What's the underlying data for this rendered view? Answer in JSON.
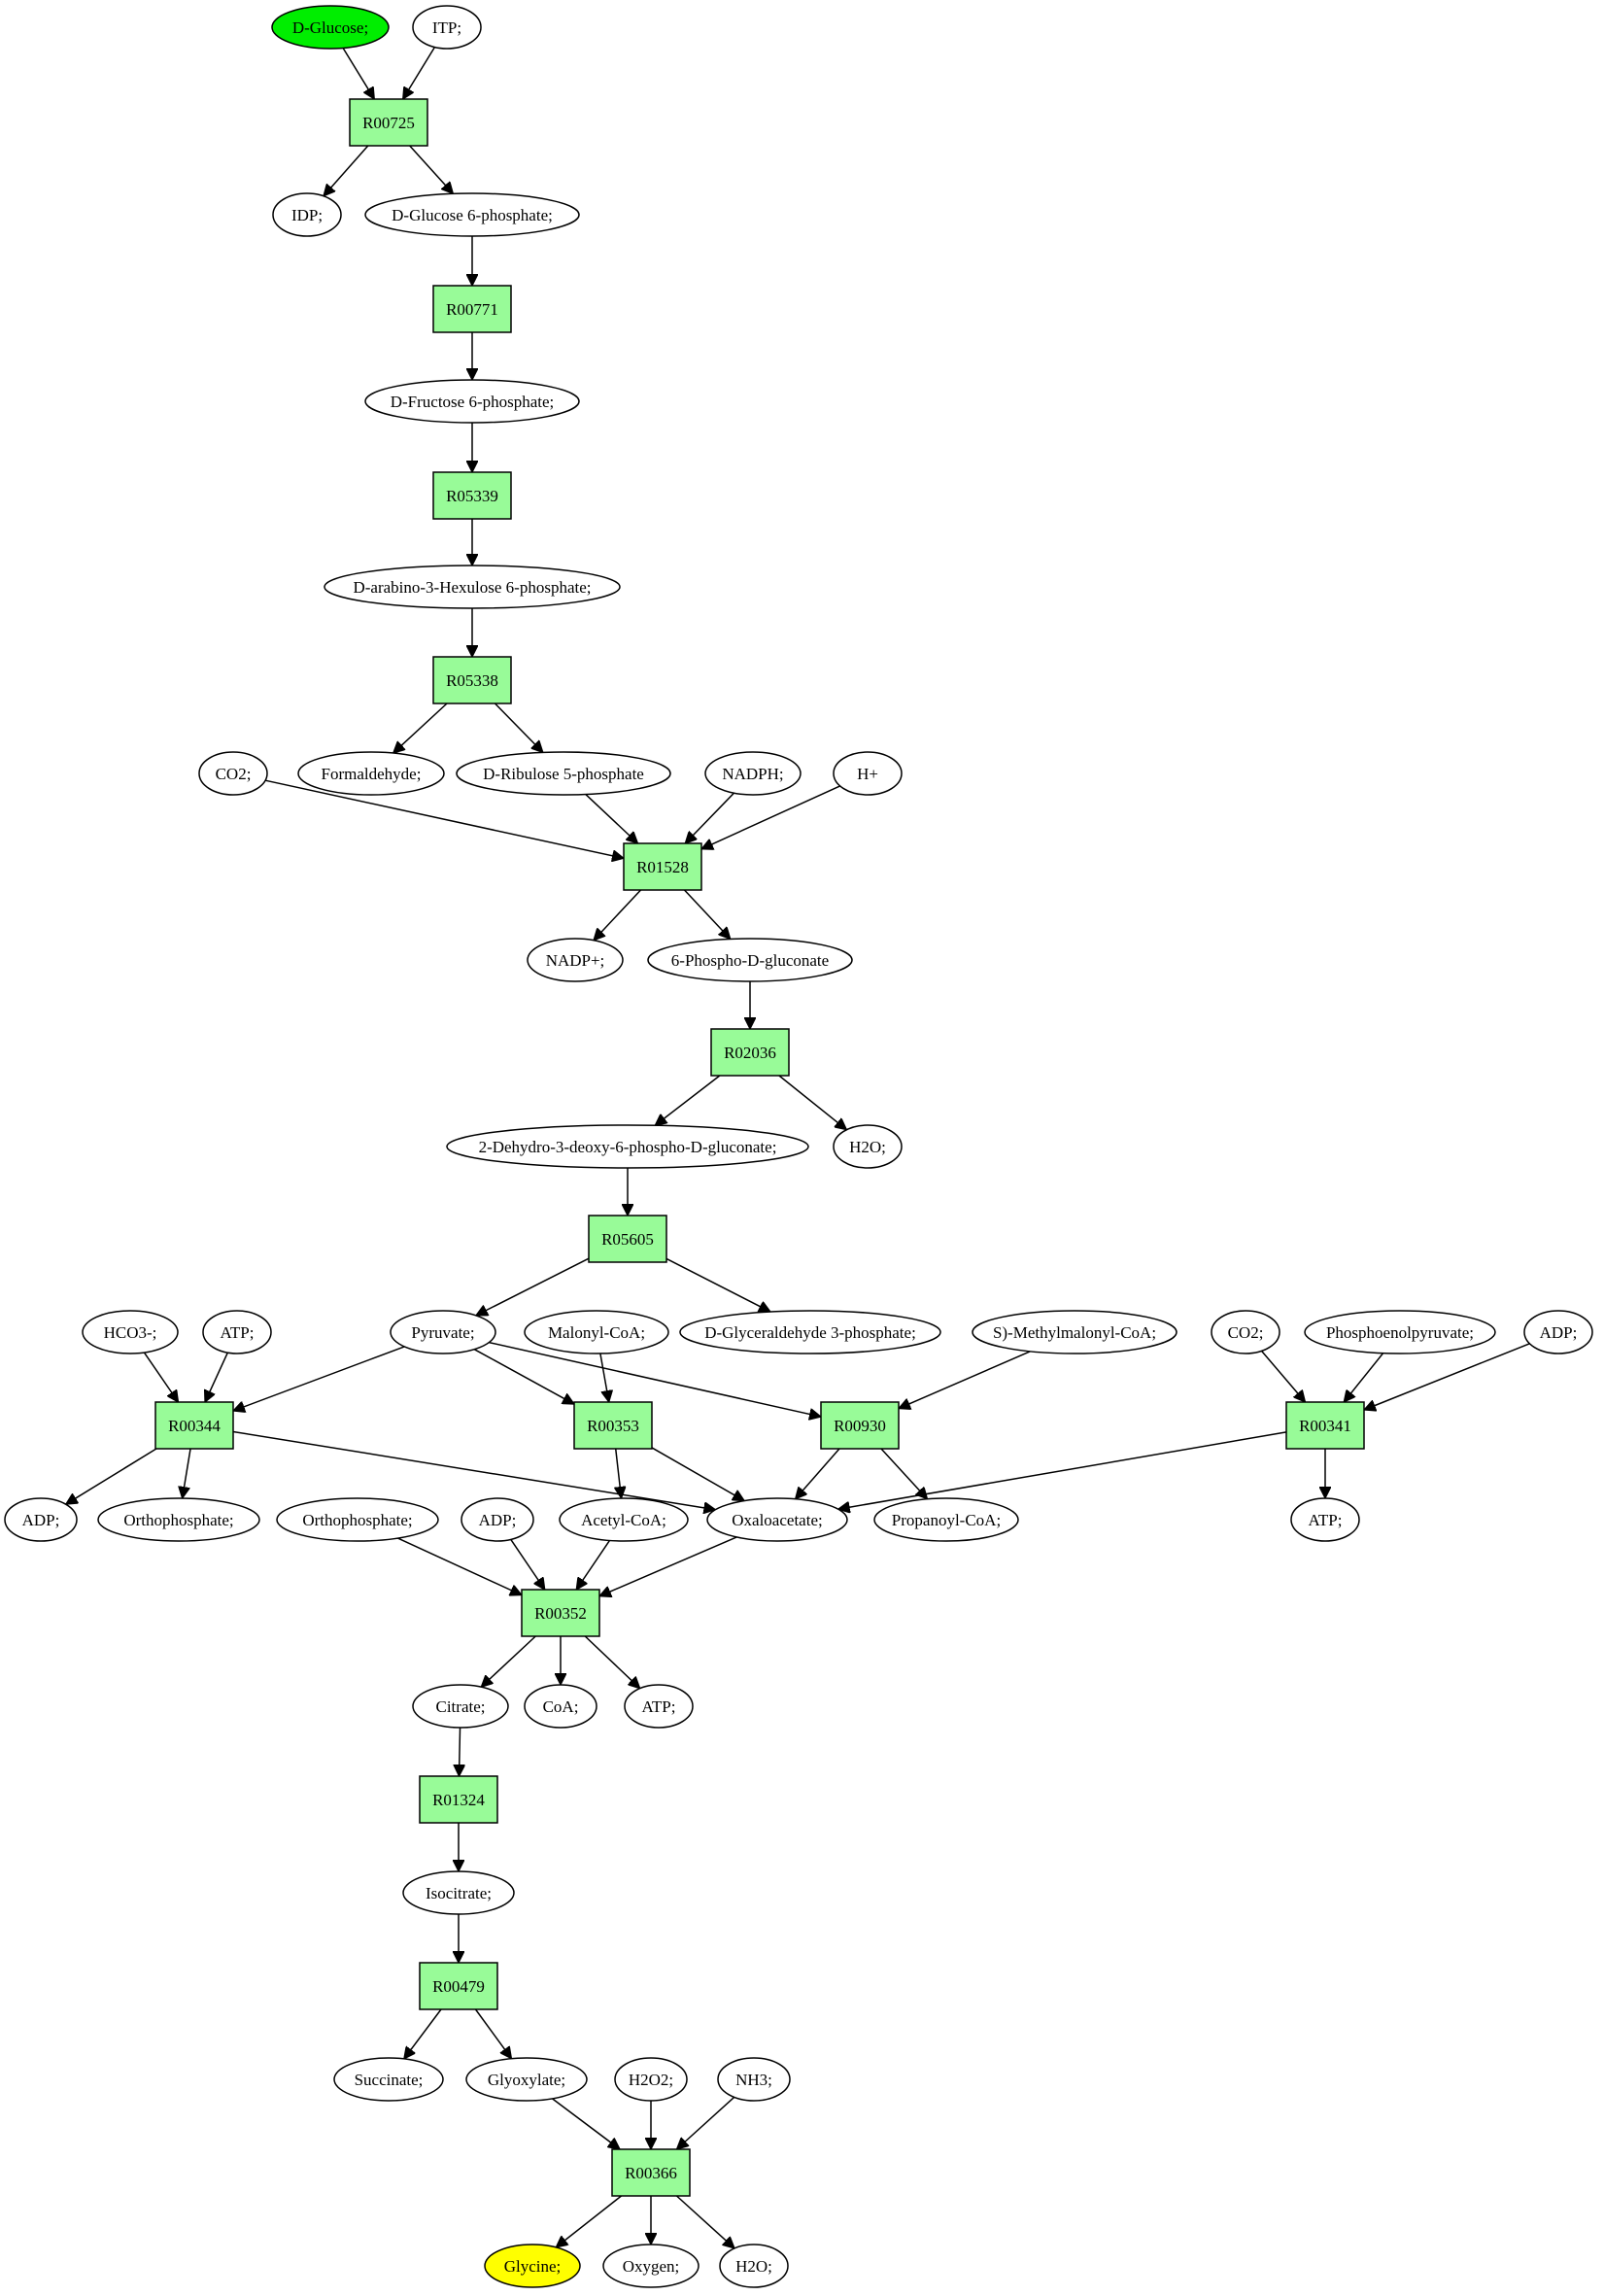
{
  "colors": {
    "reaction_fill": "#98fb98",
    "start_fill": "#00ee00",
    "target_fill": "#ffff00",
    "default_fill": "#ffffff"
  },
  "nodes": {
    "dglucose": {
      "label": "D-Glucose;",
      "kind": "compound",
      "fill": "#00ee00"
    },
    "itp": {
      "label": "ITP;",
      "kind": "compound"
    },
    "r00725": {
      "label": "R00725",
      "kind": "reaction"
    },
    "idp": {
      "label": "IDP;",
      "kind": "compound"
    },
    "g6p": {
      "label": "D-Glucose 6-phosphate;",
      "kind": "compound"
    },
    "r00771": {
      "label": "R00771",
      "kind": "reaction"
    },
    "f6p": {
      "label": "D-Fructose 6-phosphate;",
      "kind": "compound"
    },
    "r05339": {
      "label": "R05339",
      "kind": "reaction"
    },
    "hexulose": {
      "label": "D-arabino-3-Hexulose 6-phosphate;",
      "kind": "compound"
    },
    "r05338": {
      "label": "R05338",
      "kind": "reaction"
    },
    "co2a": {
      "label": "CO2;",
      "kind": "compound"
    },
    "formaldehyde": {
      "label": "Formaldehyde;",
      "kind": "compound"
    },
    "ribulose": {
      "label": "D-Ribulose 5-phosphate",
      "kind": "compound"
    },
    "nadph": {
      "label": "NADPH;",
      "kind": "compound"
    },
    "hplus": {
      "label": "H+",
      "kind": "compound"
    },
    "r01528": {
      "label": "R01528",
      "kind": "reaction"
    },
    "nadp": {
      "label": "NADP+;",
      "kind": "compound"
    },
    "phosphogluconate": {
      "label": "6-Phospho-D-gluconate",
      "kind": "compound"
    },
    "r02036": {
      "label": "R02036",
      "kind": "reaction"
    },
    "kdpg": {
      "label": "2-Dehydro-3-deoxy-6-phospho-D-gluconate;",
      "kind": "compound"
    },
    "h2oa": {
      "label": "H2O;",
      "kind": "compound"
    },
    "r05605": {
      "label": "R05605",
      "kind": "reaction"
    },
    "hco3": {
      "label": "HCO3-;",
      "kind": "compound"
    },
    "atpa": {
      "label": "ATP;",
      "kind": "compound"
    },
    "pyruvate": {
      "label": "Pyruvate;",
      "kind": "compound"
    },
    "malonylcoa": {
      "label": "Malonyl-CoA;",
      "kind": "compound"
    },
    "gap": {
      "label": "D-Glyceraldehyde 3-phosphate;",
      "kind": "compound"
    },
    "methylmalonylcoa": {
      "label": "S)-Methylmalonyl-CoA;",
      "kind": "compound"
    },
    "co2b": {
      "label": "CO2;",
      "kind": "compound"
    },
    "pep": {
      "label": "Phosphoenolpyruvate;",
      "kind": "compound"
    },
    "adpa": {
      "label": "ADP;",
      "kind": "compound"
    },
    "r00344": {
      "label": "R00344",
      "kind": "reaction"
    },
    "r00353": {
      "label": "R00353",
      "kind": "reaction"
    },
    "r00930": {
      "label": "R00930",
      "kind": "reaction"
    },
    "r00341": {
      "label": "R00341",
      "kind": "reaction"
    },
    "adpb": {
      "label": "ADP;",
      "kind": "compound"
    },
    "orthophosphatea": {
      "label": "Orthophosphate;",
      "kind": "compound"
    },
    "orthophosphateb": {
      "label": "Orthophosphate;",
      "kind": "compound"
    },
    "adpc": {
      "label": "ADP;",
      "kind": "compound"
    },
    "acetylcoa": {
      "label": "Acetyl-CoA;",
      "kind": "compound"
    },
    "oxaloacetate": {
      "label": "Oxaloacetate;",
      "kind": "compound"
    },
    "propanoylcoa": {
      "label": "Propanoyl-CoA;",
      "kind": "compound"
    },
    "atpb": {
      "label": "ATP;",
      "kind": "compound"
    },
    "r00352": {
      "label": "R00352",
      "kind": "reaction"
    },
    "citrate": {
      "label": "Citrate;",
      "kind": "compound"
    },
    "coa": {
      "label": "CoA;",
      "kind": "compound"
    },
    "atpc": {
      "label": "ATP;",
      "kind": "compound"
    },
    "r01324": {
      "label": "R01324",
      "kind": "reaction"
    },
    "isocitrate": {
      "label": "Isocitrate;",
      "kind": "compound"
    },
    "r00479": {
      "label": "R00479",
      "kind": "reaction"
    },
    "succinate": {
      "label": "Succinate;",
      "kind": "compound"
    },
    "glyoxylate": {
      "label": "Glyoxylate;",
      "kind": "compound"
    },
    "h2o2": {
      "label": "H2O2;",
      "kind": "compound"
    },
    "nh3": {
      "label": "NH3;",
      "kind": "compound"
    },
    "r00366": {
      "label": "R00366",
      "kind": "reaction"
    },
    "glycine": {
      "label": "Glycine;",
      "kind": "compound",
      "fill": "#ffff00"
    },
    "oxygen": {
      "label": "Oxygen;",
      "kind": "compound"
    },
    "h2ob": {
      "label": "H2O;",
      "kind": "compound"
    }
  },
  "edges": [
    [
      "dglucose",
      "r00725"
    ],
    [
      "itp",
      "r00725"
    ],
    [
      "r00725",
      "idp"
    ],
    [
      "r00725",
      "g6p"
    ],
    [
      "g6p",
      "r00771"
    ],
    [
      "r00771",
      "f6p"
    ],
    [
      "f6p",
      "r05339"
    ],
    [
      "r05339",
      "hexulose"
    ],
    [
      "hexulose",
      "r05338"
    ],
    [
      "r05338",
      "formaldehyde"
    ],
    [
      "r05338",
      "ribulose"
    ],
    [
      "co2a",
      "r01528"
    ],
    [
      "ribulose",
      "r01528"
    ],
    [
      "nadph",
      "r01528"
    ],
    [
      "hplus",
      "r01528"
    ],
    [
      "r01528",
      "nadp"
    ],
    [
      "r01528",
      "phosphogluconate"
    ],
    [
      "phosphogluconate",
      "r02036"
    ],
    [
      "r02036",
      "kdpg"
    ],
    [
      "r02036",
      "h2oa"
    ],
    [
      "kdpg",
      "r05605"
    ],
    [
      "r05605",
      "pyruvate"
    ],
    [
      "r05605",
      "gap"
    ],
    [
      "hco3",
      "r00344"
    ],
    [
      "atpa",
      "r00344"
    ],
    [
      "pyruvate",
      "r00344"
    ],
    [
      "pyruvate",
      "r00353"
    ],
    [
      "malonylcoa",
      "r00353"
    ],
    [
      "pyruvate",
      "r00930"
    ],
    [
      "methylmalonylcoa",
      "r00930"
    ],
    [
      "co2b",
      "r00341"
    ],
    [
      "pep",
      "r00341"
    ],
    [
      "adpa",
      "r00341"
    ],
    [
      "r00344",
      "adpb"
    ],
    [
      "r00344",
      "orthophosphatea"
    ],
    [
      "r00344",
      "oxaloacetate"
    ],
    [
      "r00353",
      "acetylcoa"
    ],
    [
      "r00353",
      "oxaloacetate"
    ],
    [
      "r00930",
      "oxaloacetate"
    ],
    [
      "r00930",
      "propanoylcoa"
    ],
    [
      "r00341",
      "oxaloacetate"
    ],
    [
      "r00341",
      "atpb"
    ],
    [
      "orthophosphateb",
      "r00352"
    ],
    [
      "adpc",
      "r00352"
    ],
    [
      "acetylcoa",
      "r00352"
    ],
    [
      "oxaloacetate",
      "r00352"
    ],
    [
      "r00352",
      "citrate"
    ],
    [
      "r00352",
      "coa"
    ],
    [
      "r00352",
      "atpc"
    ],
    [
      "citrate",
      "r01324"
    ],
    [
      "r01324",
      "isocitrate"
    ],
    [
      "isocitrate",
      "r00479"
    ],
    [
      "r00479",
      "succinate"
    ],
    [
      "r00479",
      "glyoxylate"
    ],
    [
      "glyoxylate",
      "r00366"
    ],
    [
      "h2o2",
      "r00366"
    ],
    [
      "nh3",
      "r00366"
    ],
    [
      "r00366",
      "glycine"
    ],
    [
      "r00366",
      "oxygen"
    ],
    [
      "r00366",
      "h2ob"
    ]
  ]
}
